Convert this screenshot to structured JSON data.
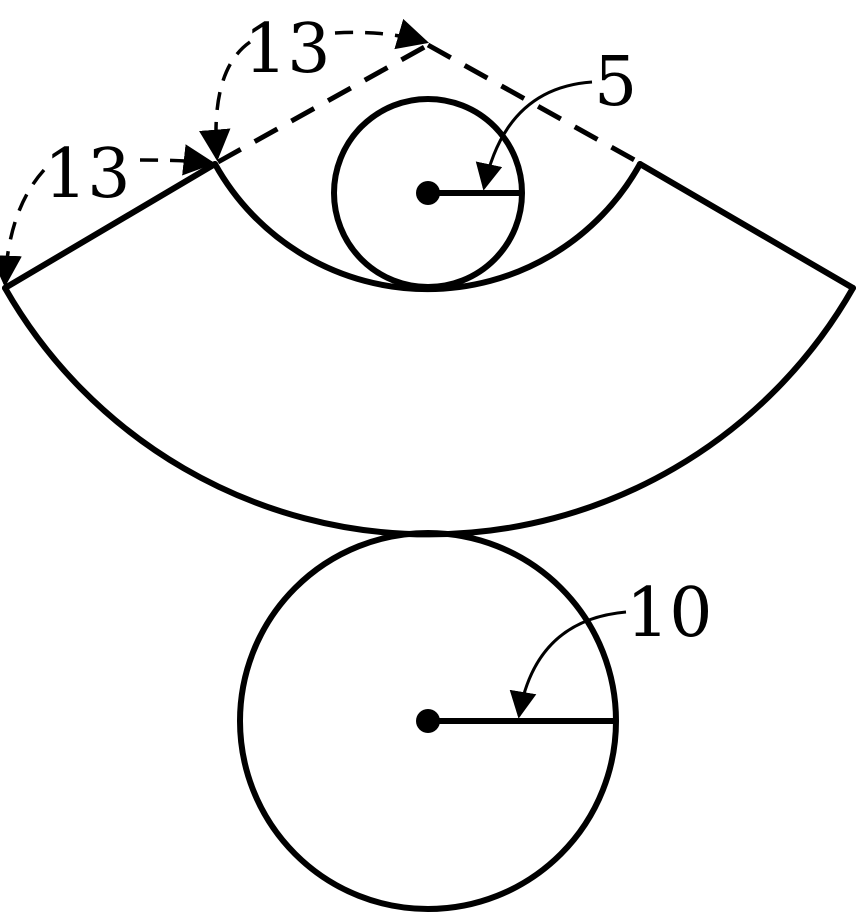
{
  "labels": {
    "slant_top": "13",
    "slant_left": "13",
    "small_radius": "5",
    "large_radius": "10"
  },
  "colors": {
    "stroke": "#000000",
    "background": "#ffffff"
  }
}
